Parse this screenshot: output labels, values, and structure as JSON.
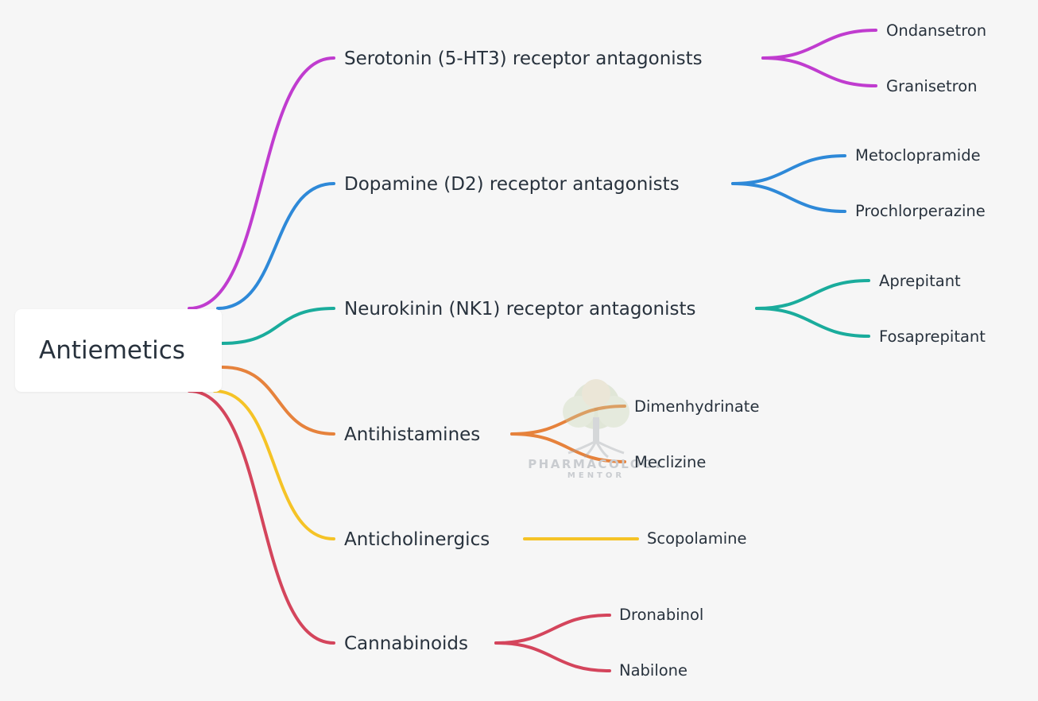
{
  "root": {
    "label": "Antiemetics"
  },
  "branches": [
    {
      "label": "Serotonin (5-HT3) receptor antagonists",
      "color": "#c03ccf",
      "leaves": [
        "Ondansetron",
        "Granisetron"
      ]
    },
    {
      "label": "Dopamine (D2) receptor antagonists",
      "color": "#2e89d8",
      "leaves": [
        "Metoclopramide",
        "Prochlorperazine"
      ]
    },
    {
      "label": "Neurokinin (NK1) receptor antagonists",
      "color": "#1aac9c",
      "leaves": [
        "Aprepitant",
        "Fosaprepitant"
      ]
    },
    {
      "label": "Antihistamines",
      "color": "#e6823c",
      "leaves": [
        "Dimenhydrinate",
        "Meclizine"
      ]
    },
    {
      "label": "Anticholinergics",
      "color": "#f5c326",
      "leaves": [
        "Scopolamine"
      ]
    },
    {
      "label": "Cannabinoids",
      "color": "#d4455c",
      "leaves": [
        "Dronabinol",
        "Nabilone"
      ]
    }
  ],
  "watermark": {
    "line1": "PHARMACOLOGY",
    "line2": "MENTOR"
  }
}
